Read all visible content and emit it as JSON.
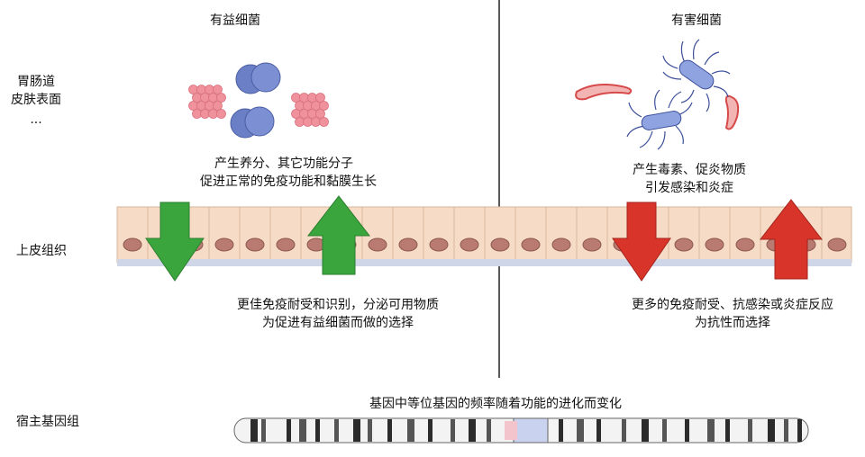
{
  "left_labels": {
    "gut_line1": "胃肠道",
    "gut_line2": "皮肤表面",
    "gut_line3": "...",
    "epithelium": "上皮组织",
    "host_genome": "宿主基因组"
  },
  "beneficial": {
    "title": "有益细菌",
    "effect_line1": "产生养分、其它功能分子",
    "effect_line2": "促进正常的免疫功能和黏膜生长",
    "host_line1": "更佳免疫耐受和识别，分泌可用物质",
    "host_line2": "为促进有益细菌而做的选择"
  },
  "harmful": {
    "title": "有害细菌",
    "effect_line1": "产生毒素、促炎物质",
    "effect_line2": "引发感染和炎症",
    "host_line1": "更多的免疫耐受、抗感染或炎症反应",
    "host_line2": "为抗性而选择"
  },
  "genome_caption": "基因中等位基因的频率随着功能的进化而变化",
  "colors": {
    "green_arrow": "#3aa53d",
    "red_arrow": "#d9342a",
    "cell_fill": "#f6dcc6",
    "nucleus": "#b97a72",
    "blue_cocci": "#6a7fc6",
    "pink_cluster": "#f0929c"
  }
}
